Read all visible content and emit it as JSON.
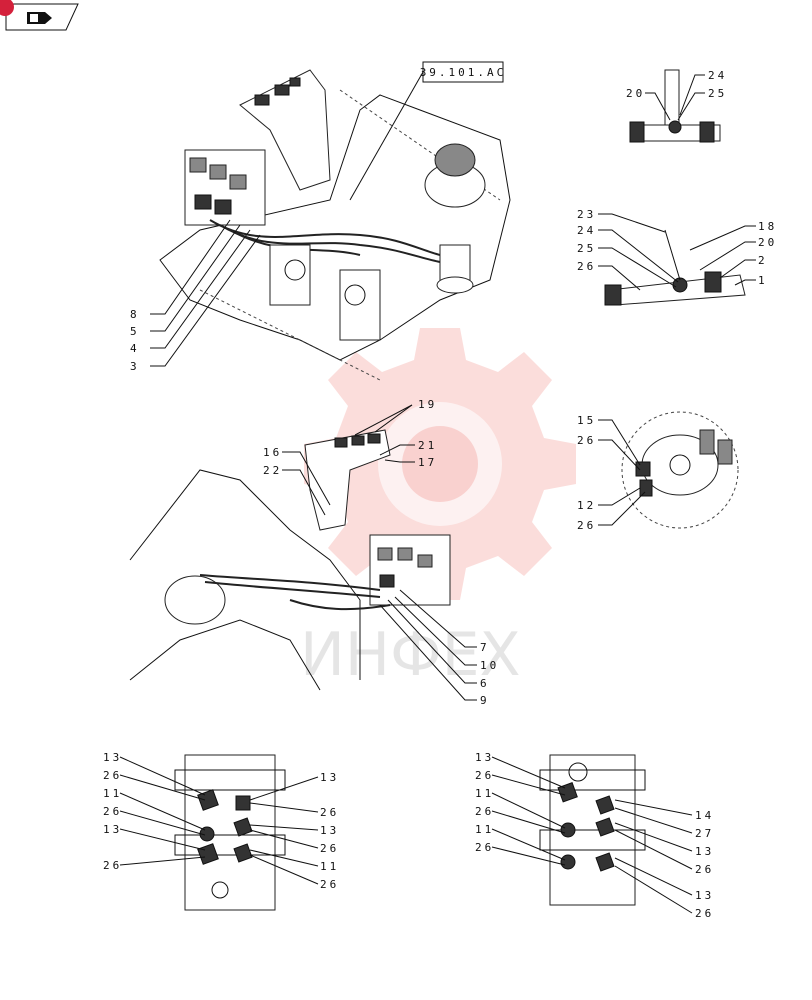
{
  "nav": {
    "icon": "book-arrow-icon"
  },
  "ref_box": "39.101.AC",
  "watermark": "ИНФЕХ",
  "callouts": {
    "main_view": [
      "8",
      "5",
      "4",
      "3"
    ],
    "top_right": [
      "20",
      "24",
      "25"
    ],
    "right_mid": [
      "23",
      "24",
      "25",
      "26",
      "18",
      "20",
      "2",
      "1"
    ],
    "swivel": [
      "15",
      "26",
      "12",
      "26"
    ],
    "center": [
      "19",
      "16",
      "22",
      "21",
      "17",
      "7",
      "10",
      "6",
      "9"
    ],
    "valve_left": [
      "13",
      "26",
      "11",
      "26",
      "13",
      "26",
      "13",
      "26",
      "13",
      "26",
      "11",
      "26"
    ],
    "valve_right": [
      "13",
      "26",
      "11",
      "26",
      "11",
      "26",
      "14",
      "27",
      "13",
      "26",
      "13",
      "26"
    ]
  },
  "colors": {
    "watermark": "#e8403a",
    "nav_badge": "#d4213b"
  }
}
